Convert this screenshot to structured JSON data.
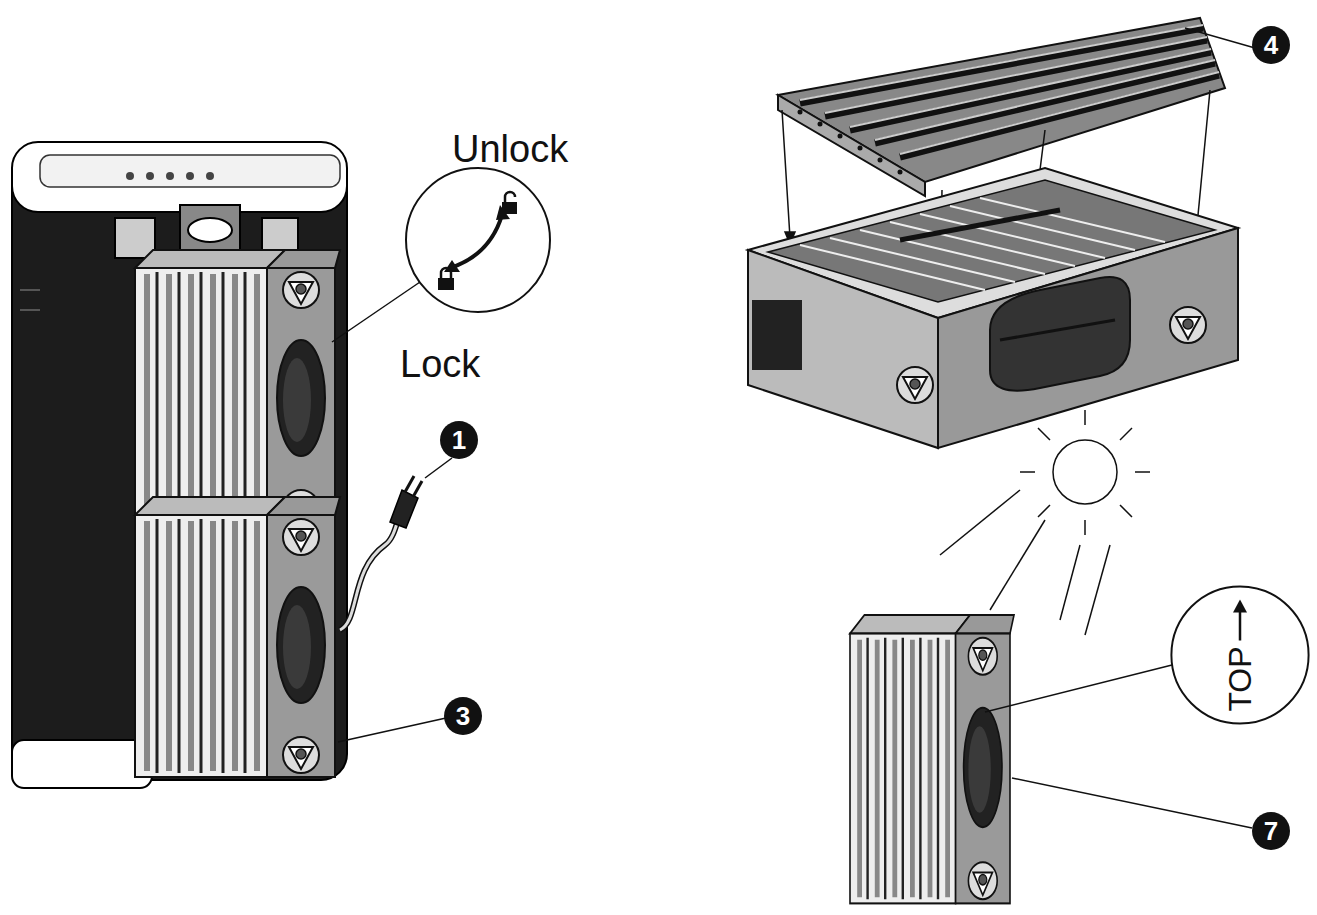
{
  "diagram": {
    "nodes": [
      {
        "text": [
          "TOP"
        ]
      }
    ],
    "labels": [
      "Unlock",
      "Lock",
      "1",
      "3",
      "4",
      "7"
    ]
  }
}
